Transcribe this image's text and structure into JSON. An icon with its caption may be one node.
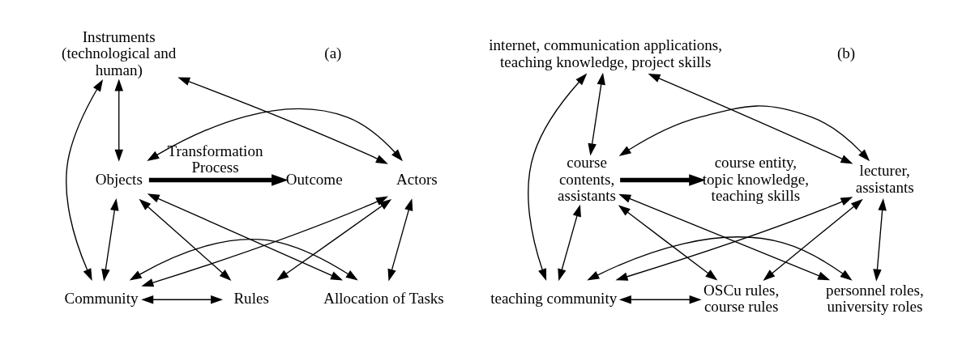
{
  "diagram": {
    "nodes": [
      {
        "text": [
          "Instruments (technological and human)"
        ]
      },
      {
        "text": [
          "Actors"
        ]
      },
      {
        "text": [
          "Objects"
        ]
      },
      {
        "text": [
          "Rules"
        ]
      },
      {
        "text": [
          "Community"
        ]
      },
      {
        "text": [
          "Allocation of Tasks"
        ]
      },
      {
        "text": [
          "Outcome"
        ]
      },
      {
        "text": [
          "internet, communication applications, teaching knowledge, project skills"
        ]
      },
      {
        "text": [
          "lecturer, assistants"
        ]
      },
      {
        "text": [
          "course contents, assistants"
        ]
      },
      {
        "text": [
          "OSCu rules, course rules"
        ]
      },
      {
        "text": [
          "teaching community"
        ]
      },
      {
        "text": [
          "personnel roles, university roles"
        ]
      },
      {
        "text": [
          "course entity, topic knowledge, teaching skills"
        ]
      }
    ],
    "edges": [
      {
        "from": 0,
        "to": 1,
        "arrow": "both"
      },
      {
        "from": 0,
        "to": 2,
        "arrow": "both"
      },
      {
        "from": 0,
        "to": 4,
        "arrow": "both"
      },
      {
        "from": 1,
        "to": 2,
        "arrow": "both"
      },
      {
        "from": 1,
        "to": 3,
        "arrow": "both"
      },
      {
        "from": 1,
        "to": 4,
        "arrow": "both"
      },
      {
        "from": 1,
        "to": 5,
        "arrow": "both"
      },
      {
        "from": 2,
        "to": 3,
        "arrow": "both"
      },
      {
        "from": 2,
        "to": 4,
        "arrow": "both"
      },
      {
        "from": 2,
        "to": 5,
        "arrow": "both"
      },
      {
        "from": 3,
        "to": 4,
        "arrow": "both"
      },
      {
        "from": 4,
        "to": 5,
        "arrow": "both"
      },
      {
        "from": 2,
        "to": 6,
        "arrow": "to",
        "style": "thick",
        "label": "Transformation Process"
      },
      {
        "from": 7,
        "to": 8,
        "arrow": "both"
      },
      {
        "from": 7,
        "to": 9,
        "arrow": "both"
      },
      {
        "from": 7,
        "to": 11,
        "arrow": "both"
      },
      {
        "from": 8,
        "to": 9,
        "arrow": "both"
      },
      {
        "from": 8,
        "to": 10,
        "arrow": "both"
      },
      {
        "from": 8,
        "to": 11,
        "arrow": "both"
      },
      {
        "from": 8,
        "to": 12,
        "arrow": "both"
      },
      {
        "from": 9,
        "to": 10,
        "arrow": "both"
      },
      {
        "from": 9,
        "to": 11,
        "arrow": "both"
      },
      {
        "from": 9,
        "to": 12,
        "arrow": "both"
      },
      {
        "from": 10,
        "to": 11,
        "arrow": "both"
      },
      {
        "from": 11,
        "to": 12,
        "arrow": "both"
      },
      {
        "from": 9,
        "to": 13,
        "arrow": "to",
        "style": "thick"
      }
    ],
    "labels": [
      "(a)",
      "(b)"
    ]
  }
}
